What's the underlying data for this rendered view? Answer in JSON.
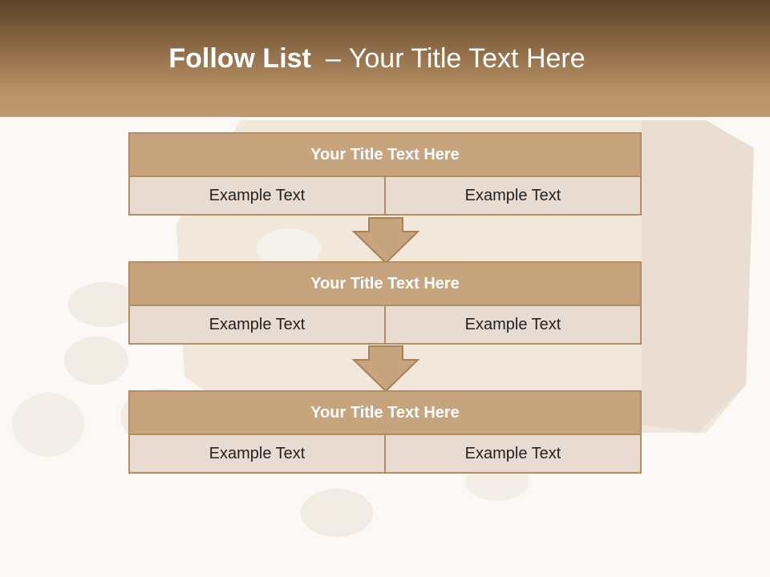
{
  "header": {
    "title_bold": "Follow List",
    "separator": "–",
    "title_rest": "Your Title Text Here"
  },
  "blocks": [
    {
      "title": "Your Title Text Here",
      "cells": [
        "Example Text",
        "Example Text"
      ]
    },
    {
      "title": "Your Title Text Here",
      "cells": [
        "Example Text",
        "Example Text"
      ]
    },
    {
      "title": "Your Title Text Here",
      "cells": [
        "Example Text",
        "Example Text"
      ]
    }
  ],
  "colors": {
    "header_dark": "#5c432a",
    "header_light": "#bd9a6e",
    "block_title_fill": "#c6a47e",
    "block_cell_fill": "#e8dcd2",
    "border": "#b48d63",
    "arrow_fill": "#c6a47e"
  }
}
